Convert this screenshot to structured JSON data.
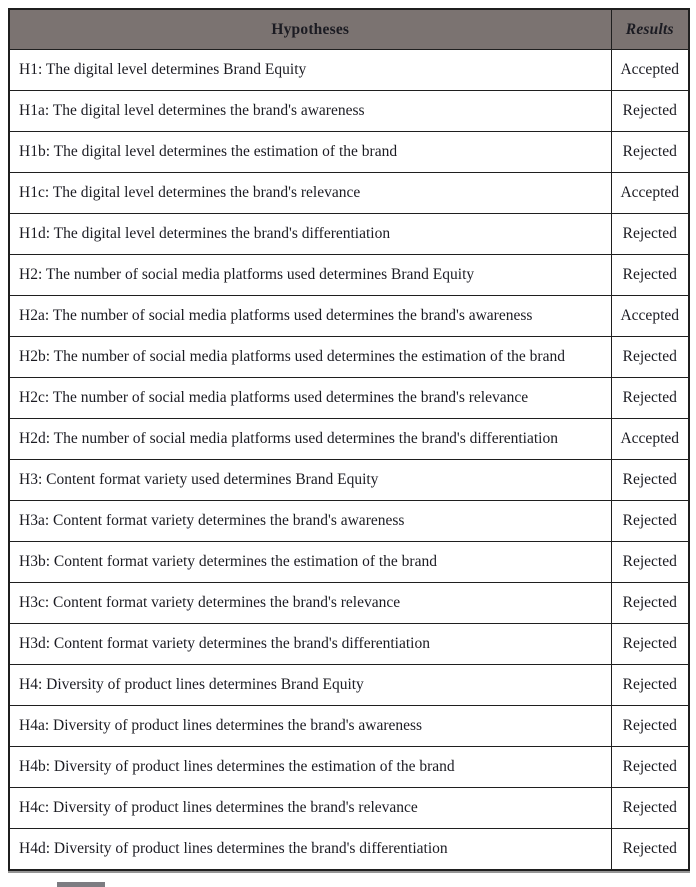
{
  "table": {
    "headers": {
      "hypotheses": "Hypotheses",
      "results": "Results"
    },
    "rows": [
      {
        "hypothesis": "H1: The digital level determines Brand Equity",
        "result": "Accepted"
      },
      {
        "hypothesis": "H1a: The digital level determines the brand's awareness",
        "result": "Rejected"
      },
      {
        "hypothesis": "H1b: The digital level determines the estimation of the brand",
        "result": "Rejected"
      },
      {
        "hypothesis": "H1c: The digital level determines the brand's relevance",
        "result": "Accepted"
      },
      {
        "hypothesis": "H1d: The digital level determines the brand's differentiation",
        "result": "Rejected"
      },
      {
        "hypothesis": "H2: The number of social media platforms used determines Brand Equity",
        "result": "Rejected"
      },
      {
        "hypothesis": "H2a: The number of social media platforms used determines the brand's awareness",
        "result": "Accepted"
      },
      {
        "hypothesis": "H2b: The number of social media platforms used determines the estimation of the brand",
        "result": "Rejected"
      },
      {
        "hypothesis": "H2c: The number of social media platforms used determines the brand's relevance",
        "result": "Rejected"
      },
      {
        "hypothesis": "H2d: The number of social media platforms used determines the brand's differentiation",
        "result": "Accepted"
      },
      {
        "hypothesis": "H3: Content format variety used determines Brand Equity",
        "result": "Rejected"
      },
      {
        "hypothesis": "H3a: Content format variety determines the brand's awareness",
        "result": "Rejected"
      },
      {
        "hypothesis": "H3b: Content format variety determines the estimation of the brand",
        "result": "Rejected"
      },
      {
        "hypothesis": "H3c: Content format variety determines the brand's relevance",
        "result": "Rejected"
      },
      {
        "hypothesis": "H3d: Content format variety determines the brand's differentiation",
        "result": "Rejected"
      },
      {
        "hypothesis": "H4: Diversity of product lines determines Brand Equity",
        "result": "Rejected"
      },
      {
        "hypothesis": "H4a: Diversity of product lines determines the brand's awareness",
        "result": "Rejected"
      },
      {
        "hypothesis": "H4b: Diversity of product lines determines the estimation of the brand",
        "result": "Rejected"
      },
      {
        "hypothesis": "H4c: Diversity of product lines determines the brand's relevance",
        "result": "Rejected"
      },
      {
        "hypothesis": "H4d: Diversity of product lines determines the brand's differentiation",
        "result": "Rejected"
      }
    ]
  },
  "colors": {
    "header_background": "#7b7371",
    "header_text": "#ffffff",
    "border": "#1f1f1f",
    "body_text": "#1b1b22",
    "partial_bar": "#7c7c81"
  }
}
